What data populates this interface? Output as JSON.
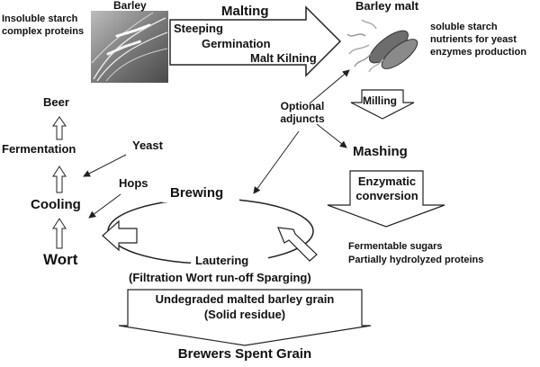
{
  "colors": {
    "text": "#111111",
    "stroke": "#222222",
    "photo_bg": "#9a9a9a",
    "malt_grain": "#6d6d6d"
  },
  "barley": {
    "label": "Barley",
    "description_line1": "Insoluble starch",
    "description_line2": "complex proteins"
  },
  "malting": {
    "title": "Malting",
    "step1": "Steeping",
    "step2": "Germination",
    "step3": "Malt Kilning"
  },
  "barley_malt": {
    "label": "Barley malt",
    "description_line1": "soluble starch",
    "description_line2": "nutrients for yeast",
    "description_line3": "enzymes production"
  },
  "milling": {
    "label": "Milling"
  },
  "adjuncts": {
    "line1": "Optional",
    "line2": "adjuncts"
  },
  "mashing": {
    "title": "Mashing",
    "conversion_line1": "Enzymatic",
    "conversion_line2": "conversion",
    "sugars": "Fermentable sugars",
    "proteins": "Partially hydrolyzed proteins"
  },
  "brewing": {
    "title": "Brewing",
    "lautering": "Lautering",
    "lautering_detail": "(Filtration Wort run-off Sparging)"
  },
  "left_chain": {
    "beer": "Beer",
    "fermentation": "Fermentation",
    "yeast": "Yeast",
    "hops": "Hops",
    "cooling": "Cooling",
    "wort": "Wort"
  },
  "spent_grain": {
    "box_line1": "Undegraded malted barley grain",
    "box_line2": "(Solid residue)",
    "title": "Brewers Spent Grain"
  }
}
